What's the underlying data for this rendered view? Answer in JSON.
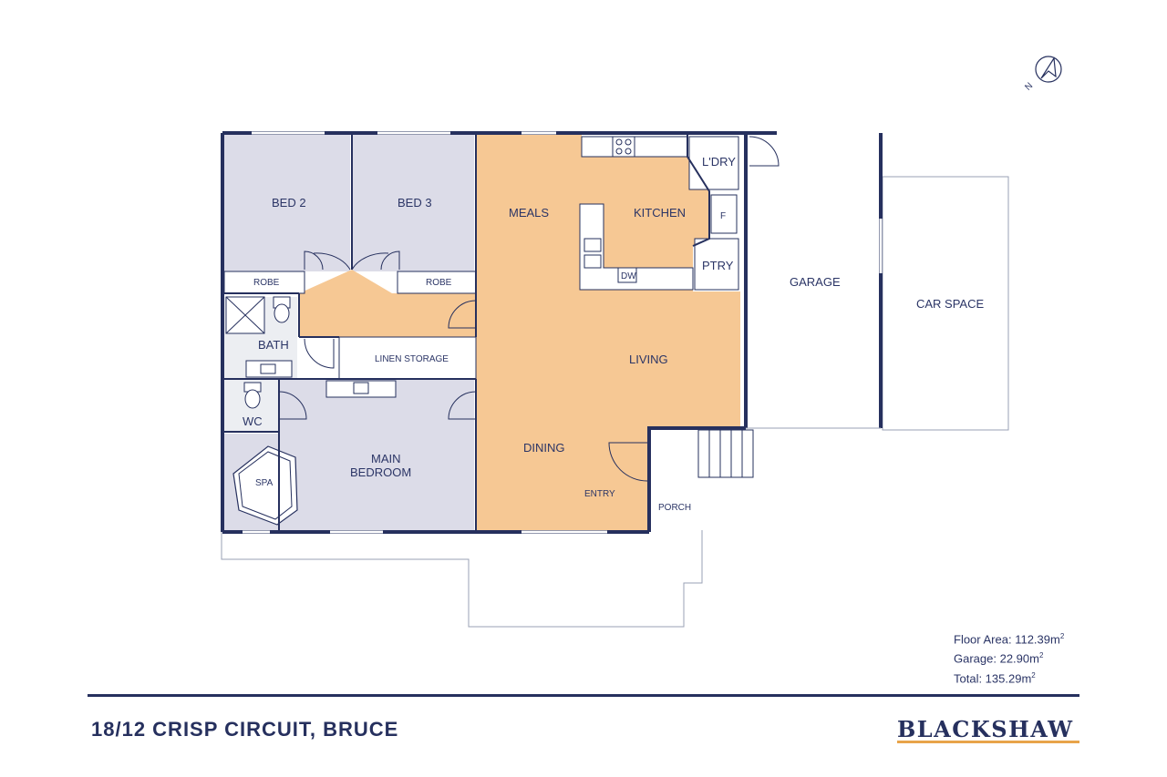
{
  "rooms": {
    "bed2": "BED 2",
    "bed3": "BED 3",
    "robe_left": "ROBE",
    "robe_right": "ROBE",
    "meals": "MEALS",
    "kitchen": "KITCHEN",
    "laundry": "L'DRY",
    "fridge": "F",
    "pantry": "PTRY",
    "dishwasher": "DW",
    "garage": "GARAGE",
    "car_space": "CAR SPACE",
    "bath": "BATH",
    "linen": "LINEN STORAGE",
    "living": "LIVING",
    "wc": "WC",
    "main_bed_1": "MAIN",
    "main_bed_2": "BEDROOM",
    "spa": "SPA",
    "dining": "DINING",
    "entry": "ENTRY",
    "porch": "PORCH"
  },
  "compass": {
    "label": "N"
  },
  "areas": {
    "floor": "Floor Area: 112.39m",
    "garage": "Garage: 22.90m",
    "total": "Total: 135.29m",
    "unit_sup": "2"
  },
  "address": "18/12 CRISP CIRCUIT, BRUCE",
  "brand": "BLACKSHAW",
  "colors": {
    "wall": "#26305e",
    "bedroom_fill": "#dcdce8",
    "living_fill": "#f6c894",
    "accent": "#e8a44a"
  }
}
